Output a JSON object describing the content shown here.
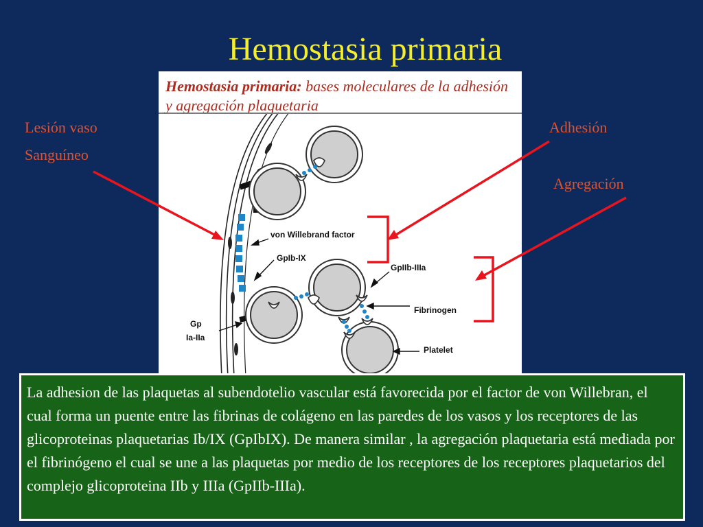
{
  "slide": {
    "title": "Hemostasia  primaria"
  },
  "figure": {
    "caption_bold": "Hemostasia primaria:",
    "caption_rest": " bases moleculares de la adhesión y agregación plaquetaria",
    "labels": {
      "vwf": "von Willebrand factor",
      "gpib": "GpIb-IX",
      "gpiib": "GpIIb-IIIa",
      "fibrinogen": "Fibrinogen",
      "platelet": "Platelet",
      "gp": "Gp",
      "gp_sub": "Ia-IIa"
    }
  },
  "annotations": {
    "lesion_line1": "Lesión vaso",
    "lesion_line2": "Sanguíneo",
    "adhesion": "Adhesión",
    "agregacion": "Agregación",
    "arrow_color": "#e8141e",
    "bracket_color": "#e8141e"
  },
  "explanation": {
    "text": "La adhesion de las plaquetas al subendotelio vascular está favorecida por el factor de von Willebran, el cual forma un puente entre las fibrinas de colágeno en las paredes de los vasos y los receptores de las glicoproteinas plaquetarias Ib/IX (GpIbIX). De manera similar , la agregación plaquetaria está mediada por el fibrinógeno el cual se une a las plaquetas por medio de los receptores de los receptores plaquetarios del complejo glicoproteina IIb y IIIa (GpIIb-IIIa)."
  },
  "colors": {
    "background": "#0e2a5c",
    "title": "#f4ee2c",
    "label": "#e0522f",
    "textbox": "#176317",
    "vwf_blue": "#1f86c8"
  }
}
